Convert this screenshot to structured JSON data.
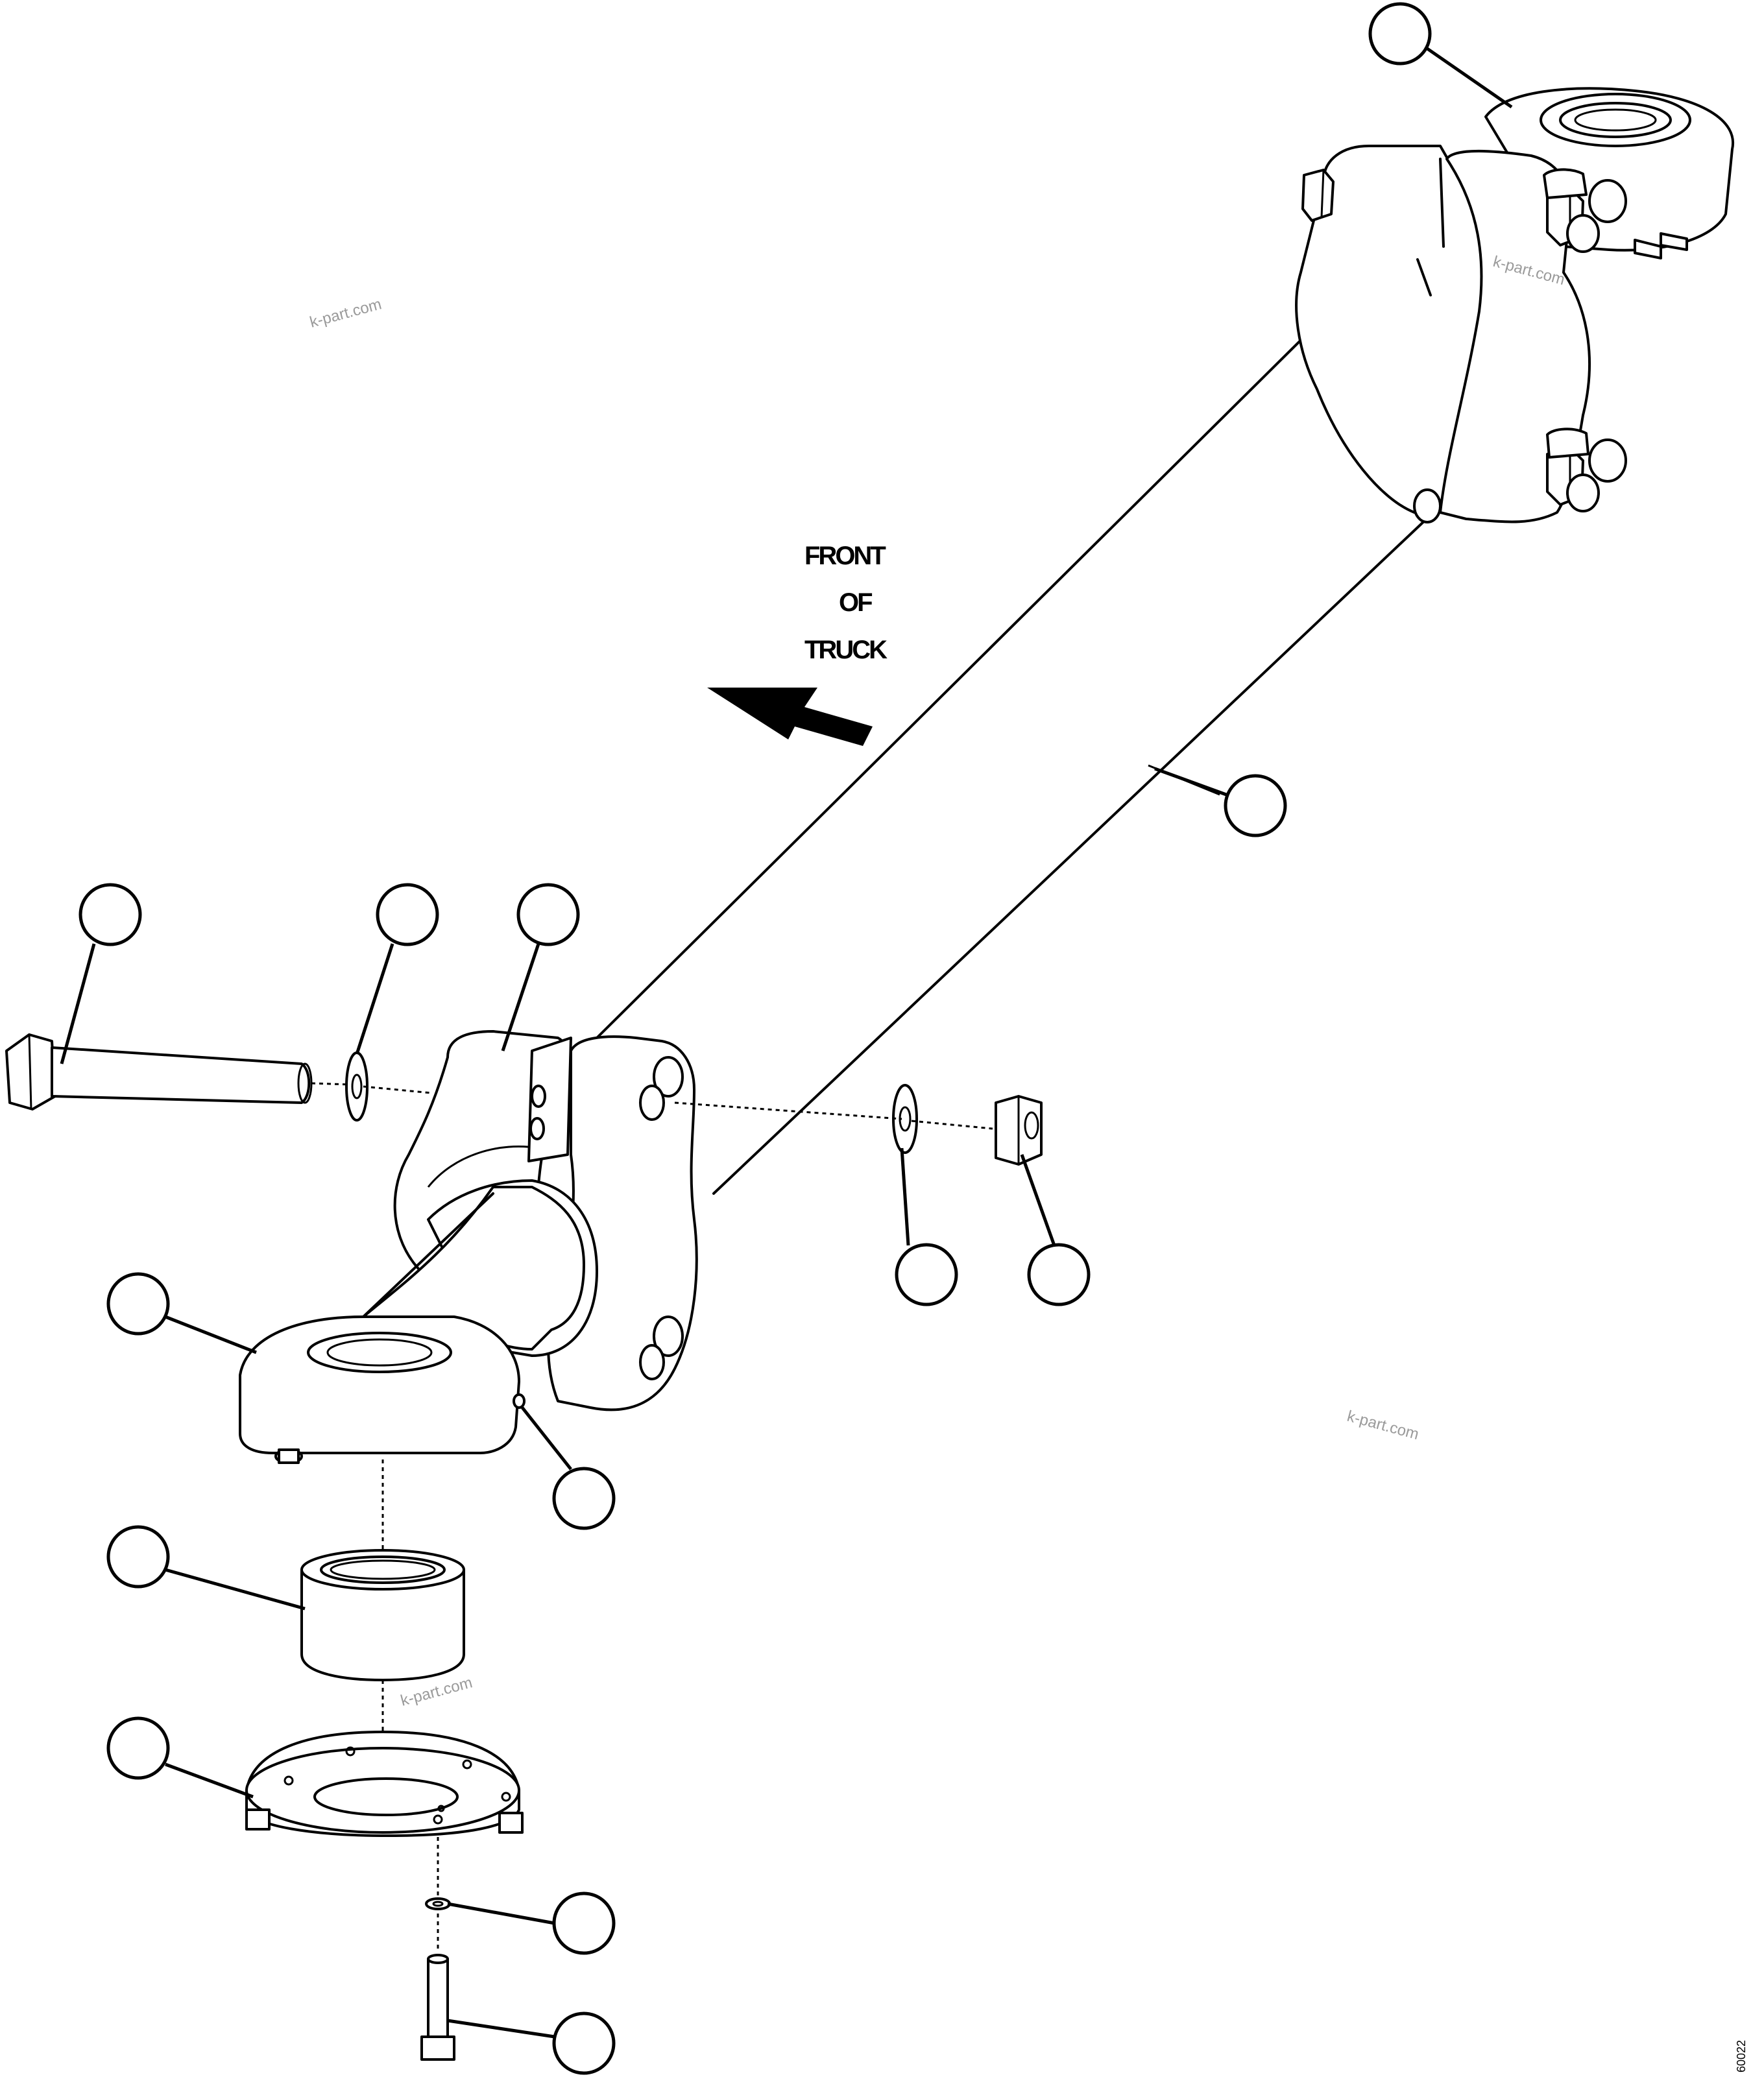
{
  "direction_label": {
    "line1": "FRONT",
    "line2": "OF",
    "line3": "TRUCK"
  },
  "watermarks": [
    "k-part.com",
    "k-part.com",
    "k-part.com",
    "k-part.com"
  ],
  "drawing_code": "60022",
  "callouts": [
    {
      "id": "callout-top-right-eye",
      "label": ""
    },
    {
      "id": "callout-axle-tube",
      "label": ""
    },
    {
      "id": "callout-long-bolt",
      "label": ""
    },
    {
      "id": "callout-bolt-washer",
      "label": ""
    },
    {
      "id": "callout-mounting-cap",
      "label": ""
    },
    {
      "id": "callout-nut-washer",
      "label": ""
    },
    {
      "id": "callout-lock-nut",
      "label": ""
    },
    {
      "id": "callout-eye-end",
      "label": ""
    },
    {
      "id": "callout-grease-fitting",
      "label": ""
    },
    {
      "id": "callout-bushing",
      "label": ""
    },
    {
      "id": "callout-retainer-plate",
      "label": ""
    },
    {
      "id": "callout-lock-washer",
      "label": ""
    },
    {
      "id": "callout-cap-screw",
      "label": ""
    }
  ]
}
